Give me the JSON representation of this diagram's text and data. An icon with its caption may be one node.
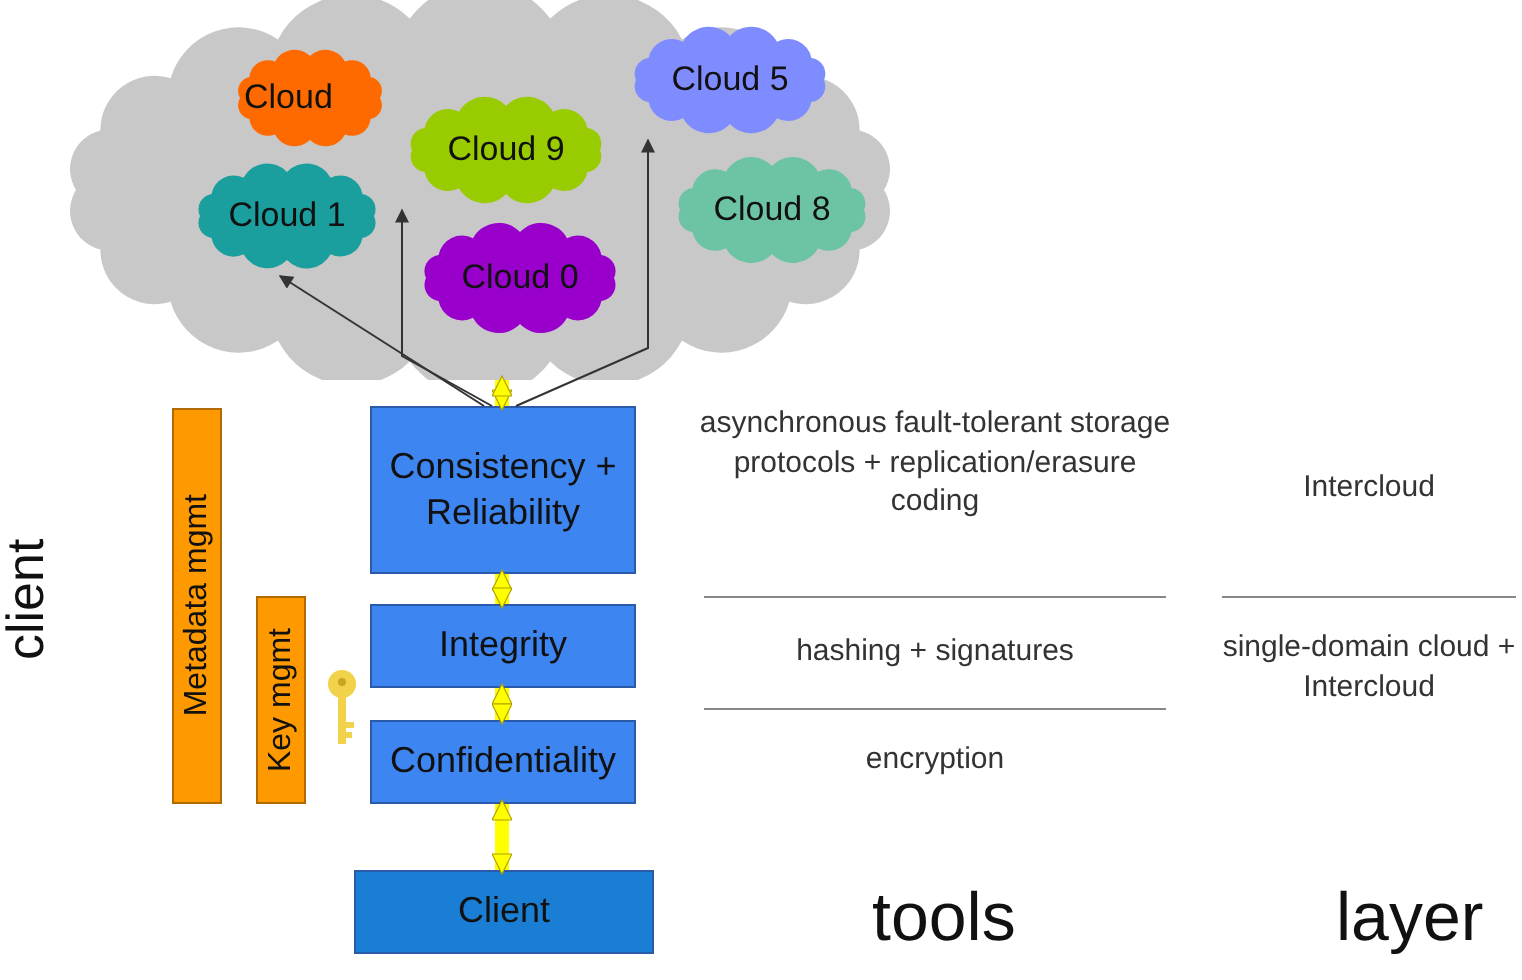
{
  "diagram": {
    "nodes": [
      {
        "text": [],
        "shape": "cloud"
      },
      {
        "text": [
          "Cloud"
        ],
        "in": 0
      },
      {
        "text": [
          "Cloud 5"
        ],
        "in": 0
      },
      {
        "text": [
          "Cloud 9"
        ],
        "in": 0
      },
      {
        "text": [
          "Cloud 1"
        ],
        "in": 0
      },
      {
        "text": [
          "Cloud 8"
        ],
        "in": 0
      },
      {
        "text": [
          "Cloud 0"
        ],
        "in": 0
      },
      {
        "text": [
          "Consistency + Reliability"
        ]
      },
      {
        "text": [
          "Integrity"
        ]
      },
      {
        "text": [
          "Confidentiality"
        ]
      },
      {
        "text": [
          "Client"
        ]
      },
      {
        "text": [
          "Metadata mgmt"
        ]
      },
      {
        "text": [
          "Key mgmt"
        ]
      }
    ],
    "edges": [
      {
        "from": 7,
        "to": 0,
        "arrow": "both"
      },
      {
        "from": 7,
        "to": 4,
        "arrow": "to",
        "color": "#333333"
      },
      {
        "from": 7,
        "to": 3,
        "arrow": "to",
        "color": "#333333"
      },
      {
        "from": 7,
        "to": 2,
        "arrow": "to",
        "color": "#333333"
      },
      {
        "from": 7,
        "to": 8,
        "arrow": "both"
      },
      {
        "from": 8,
        "to": 9,
        "arrow": "both"
      },
      {
        "from": 9,
        "to": 10,
        "arrow": "both"
      }
    ],
    "labels": [
      "client",
      "asynchronous fault-tolerant storage protocols + replication/erasure coding",
      "Intercloud",
      "hashing + signatures",
      "single-domain cloud + Intercloud",
      "encryption",
      "tools",
      "layer"
    ]
  }
}
